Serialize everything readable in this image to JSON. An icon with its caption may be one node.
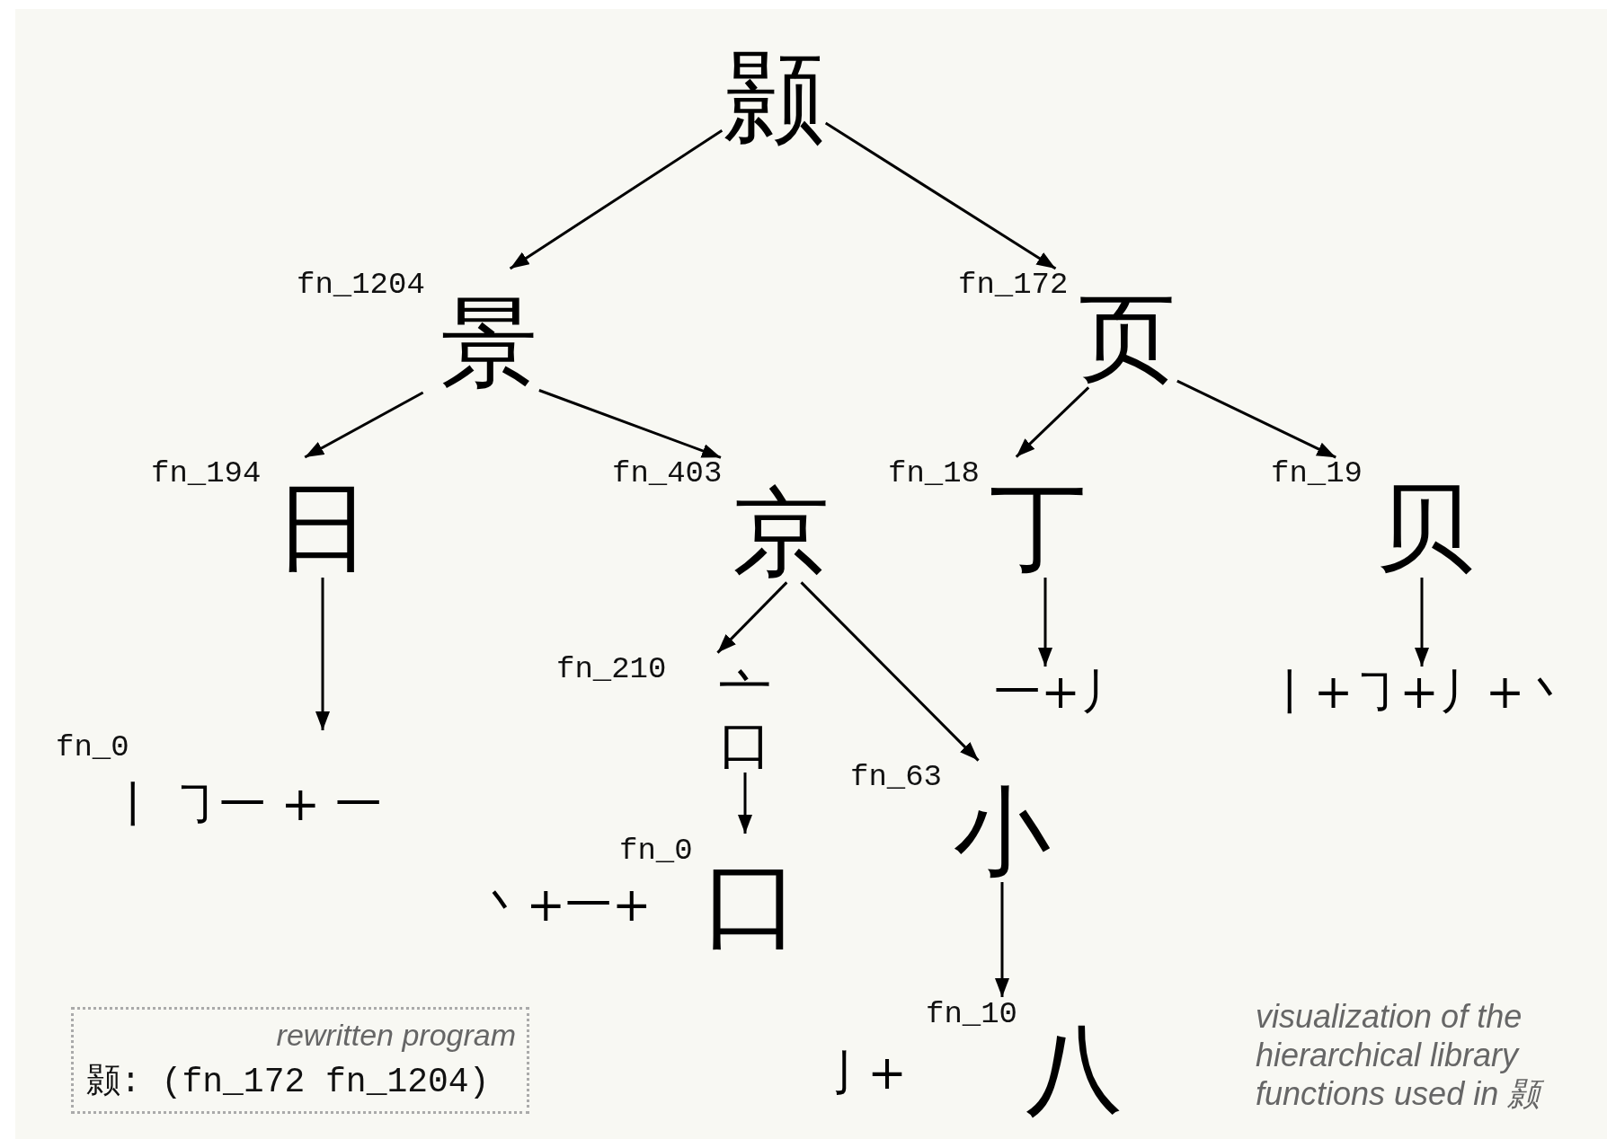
{
  "diagram": {
    "caption": "visualization of the hierarchical library functions used in 颢",
    "nodes": [
      {
        "text": [
          "颢"
        ]
      },
      {
        "text": [
          "fn_1204",
          "景"
        ]
      },
      {
        "text": [
          "fn_172",
          "页"
        ]
      },
      {
        "text": [
          "fn_194",
          "日"
        ]
      },
      {
        "text": [
          "fn_403",
          "京"
        ]
      },
      {
        "text": [
          "fn_18",
          "丁"
        ]
      },
      {
        "text": [
          "fn_19",
          "贝"
        ]
      },
      {
        "text": [
          "fn_210",
          "亠口"
        ]
      },
      {
        "text": [
          "fn_0",
          "丨 ㇆一 + 一"
        ]
      },
      {
        "text": [
          "fn_63",
          "小"
        ]
      },
      {
        "text": [
          "一+丿"
        ]
      },
      {
        "text": [
          "丨+㇆+丿+丶"
        ]
      },
      {
        "text": [
          "fn_0",
          "口"
        ],
        "beside": [
          "丶+一+"
        ]
      },
      {
        "text": [
          "fn_10",
          "八"
        ],
        "beside": [
          "亅+"
        ]
      },
      {
        "text": [
          "rewritten program",
          "颢: (fn_172 fn_1204)"
        ]
      }
    ],
    "edges": [
      {
        "from": 0,
        "to": 1,
        "arrow": "to"
      },
      {
        "from": 0,
        "to": 2,
        "arrow": "to"
      },
      {
        "from": 1,
        "to": 3,
        "arrow": "to"
      },
      {
        "from": 1,
        "to": 4,
        "arrow": "to"
      },
      {
        "from": 2,
        "to": 5,
        "arrow": "to"
      },
      {
        "from": 2,
        "to": 6,
        "arrow": "to"
      },
      {
        "from": 3,
        "to": 8,
        "arrow": "to"
      },
      {
        "from": 4,
        "to": 7,
        "arrow": "to"
      },
      {
        "from": 4,
        "to": 9,
        "arrow": "to"
      },
      {
        "from": 5,
        "to": 10,
        "arrow": "to"
      },
      {
        "from": 6,
        "to": 11,
        "arrow": "to"
      },
      {
        "from": 7,
        "to": 12,
        "arrow": "to"
      },
      {
        "from": 9,
        "to": 13,
        "arrow": "to"
      }
    ]
  }
}
